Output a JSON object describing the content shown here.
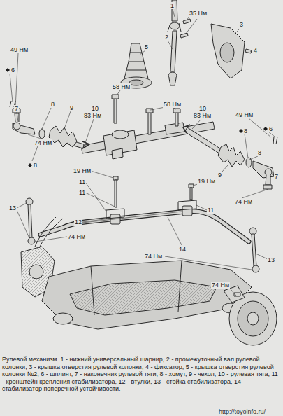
{
  "diagram": {
    "caption": "Рулевой механизм. 1 - нижний универсальный шарнир, 2 - промежуточный вал рулевой колонки, 3 - крышка отверстия рулевой колонки, 4 - фиксатор, 5 - крышка отверстия рулевой колонки №2, 6 - шплинт, 7 - наконечник рулевой тяги, 8 - хомут, 9 - чехол, 10 - рулевая тяга, 11 - кронштейн крепления стабилизатора, 12 - втулки, 13 - стойка стабилизатора, 14 - стабилизатор поперечной устойчивости.",
    "labels": [
      "1",
      "35 Нм",
      "2",
      "3",
      "4",
      "5",
      "49 Нм",
      "6",
      "58 Нм",
      "58 Нм",
      "10",
      "83 Нм",
      "10",
      "83 Нм",
      "7",
      "8",
      "9",
      "74 Нм",
      "8",
      "8",
      "49 Нм",
      "6",
      "8",
      "9",
      "7",
      "74 Нм",
      "19 Нм",
      "11",
      "11",
      "19 Нм",
      "11",
      "12",
      "13",
      "74 Нм",
      "14",
      "74 Нм",
      "13",
      "74 Нм",
      "http://toyoinfo.ru/"
    ]
  }
}
